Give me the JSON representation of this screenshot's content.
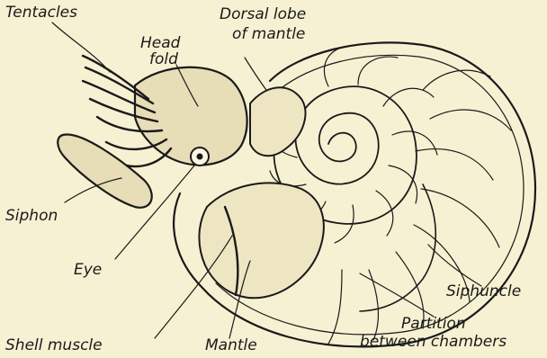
{
  "colors": {
    "background": "#f6f1d2",
    "ink": "#1a1a1a"
  },
  "labels": {
    "tentacles": "Tentacles",
    "dorsal_lobe": [
      "Dorsal lobe",
      "of mantle"
    ],
    "head_fold": [
      "Head",
      "fold"
    ],
    "siphon": "Siphon",
    "eye": "Eye",
    "siphuncle": "Siphuncle",
    "partition": [
      "Partition",
      "between chambers"
    ],
    "shell_muscle": "Shell muscle",
    "mantle": "Mantle"
  }
}
